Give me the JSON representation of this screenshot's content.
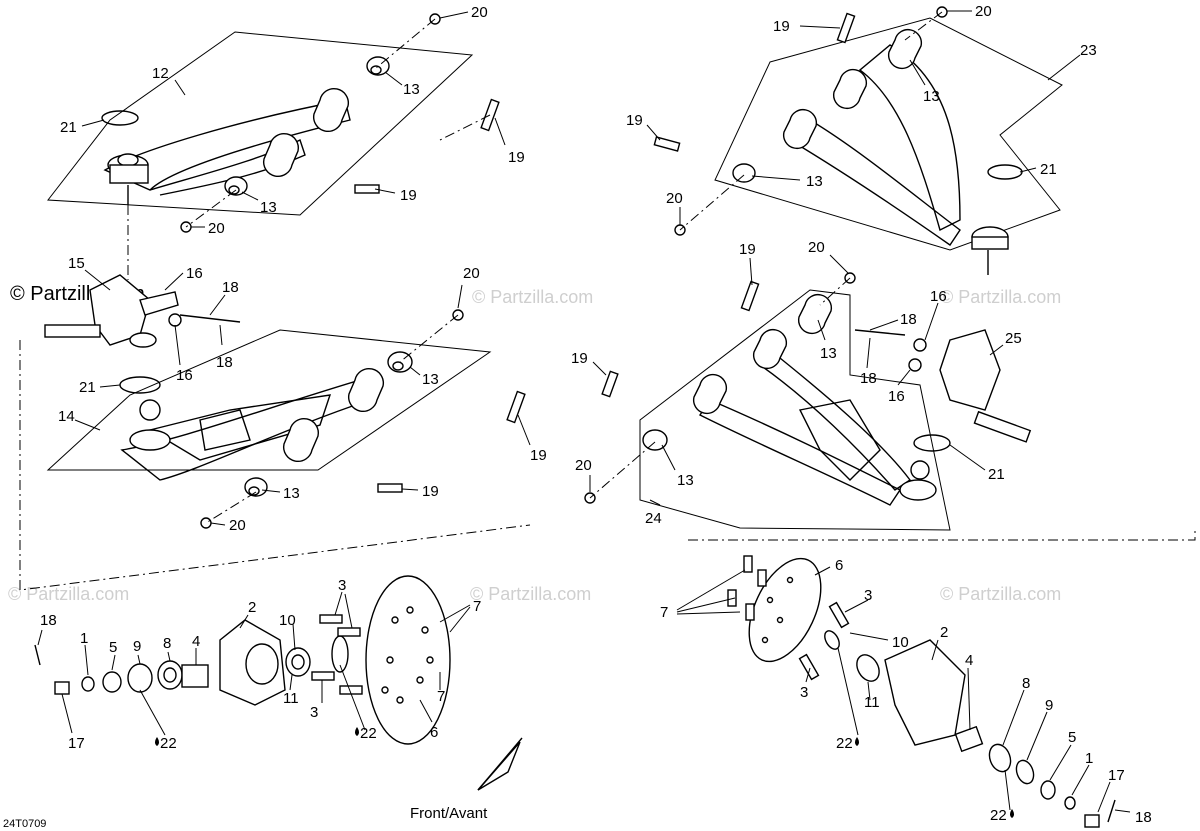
{
  "watermarks": {
    "main": "© Partzilla.com",
    "faint": "© Partzilla.com"
  },
  "caption": "Front/Avant",
  "figure_code": "24T0709",
  "callouts": {
    "c1": "20",
    "c2": "12",
    "c3": "13",
    "c4": "21",
    "c5": "19",
    "c6": "13",
    "c7": "19",
    "c8": "20",
    "c9": "15",
    "c10": "16",
    "c11": "18",
    "c12": "18",
    "c13": "16",
    "c14": "20",
    "c15": "21",
    "c16": "14",
    "c17": "13",
    "c18": "19",
    "c19": "13",
    "c20": "19",
    "c21": "20",
    "c22": "19",
    "c23": "20",
    "c24": "23",
    "c25": "13",
    "c26": "19",
    "c27": "13",
    "c28": "21",
    "c29": "20",
    "c30": "19",
    "c31": "20",
    "c32": "13",
    "c33": "18",
    "c34": "16",
    "c35": "25",
    "c36": "18",
    "c37": "16",
    "c38": "19",
    "c39": "21",
    "c40": "20",
    "c41": "13",
    "c42": "24",
    "c43": "18",
    "c44": "1",
    "c45": "5",
    "c46": "9",
    "c47": "8",
    "c48": "4",
    "c49": "2",
    "c50": "17",
    "c51": "22",
    "c52": "10",
    "c53": "11",
    "c54": "3",
    "c55": "3",
    "c56": "7",
    "c57": "7",
    "c58": "22",
    "c59": "6",
    "c60": "6",
    "c61": "7",
    "c62": "3",
    "c63": "10",
    "c64": "3",
    "c65": "11",
    "c66": "22",
    "c67": "2",
    "c68": "4",
    "c69": "8",
    "c70": "9",
    "c71": "5",
    "c72": "1",
    "c73": "17",
    "c74": "22",
    "c75": "18"
  }
}
